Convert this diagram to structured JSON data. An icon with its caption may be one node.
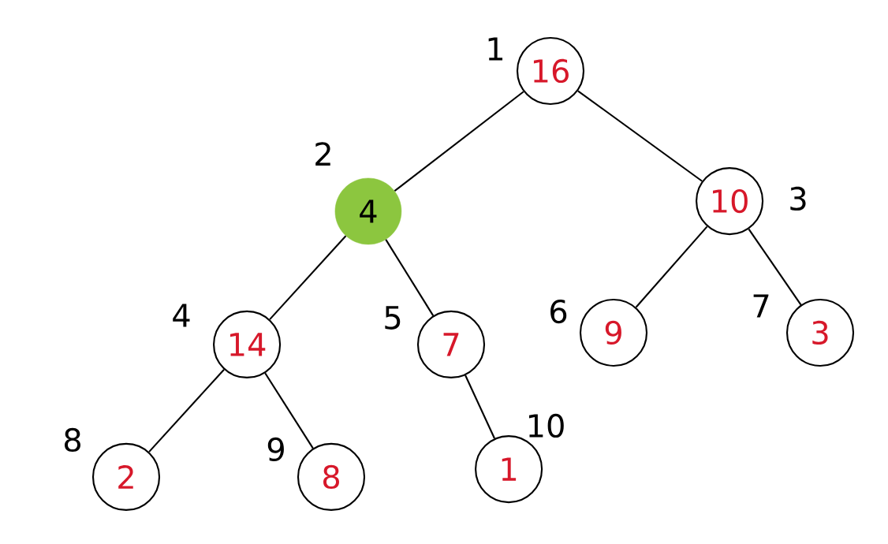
{
  "diagram": {
    "nodes": [
      {
        "text": [
          "16"
        ],
        "beside": [
          "1"
        ]
      },
      {
        "text": [
          "4"
        ],
        "beside": [
          "2"
        ]
      },
      {
        "text": [
          "10"
        ],
        "beside": [
          "3"
        ]
      },
      {
        "text": [
          "14"
        ],
        "beside": [
          "4"
        ]
      },
      {
        "text": [
          "7"
        ],
        "beside": [
          "5"
        ]
      },
      {
        "text": [
          "9"
        ],
        "beside": [
          "6"
        ]
      },
      {
        "text": [
          "3"
        ],
        "beside": [
          "7"
        ]
      },
      {
        "text": [
          "2"
        ],
        "beside": [
          "8"
        ]
      },
      {
        "text": [
          "8"
        ],
        "beside": [
          "9"
        ]
      },
      {
        "text": [
          "1"
        ],
        "beside": [
          "10"
        ]
      }
    ],
    "edges": [
      {
        "from": 0,
        "to": 1,
        "arrow": "none"
      },
      {
        "from": 0,
        "to": 2,
        "arrow": "none"
      },
      {
        "from": 1,
        "to": 3,
        "arrow": "none"
      },
      {
        "from": 1,
        "to": 4,
        "arrow": "none"
      },
      {
        "from": 2,
        "to": 5,
        "arrow": "none"
      },
      {
        "from": 2,
        "to": 6,
        "arrow": "none"
      },
      {
        "from": 3,
        "to": 7,
        "arrow": "none"
      },
      {
        "from": 3,
        "to": 8,
        "arrow": "none"
      },
      {
        "from": 4,
        "to": 9,
        "arrow": "none"
      }
    ]
  }
}
